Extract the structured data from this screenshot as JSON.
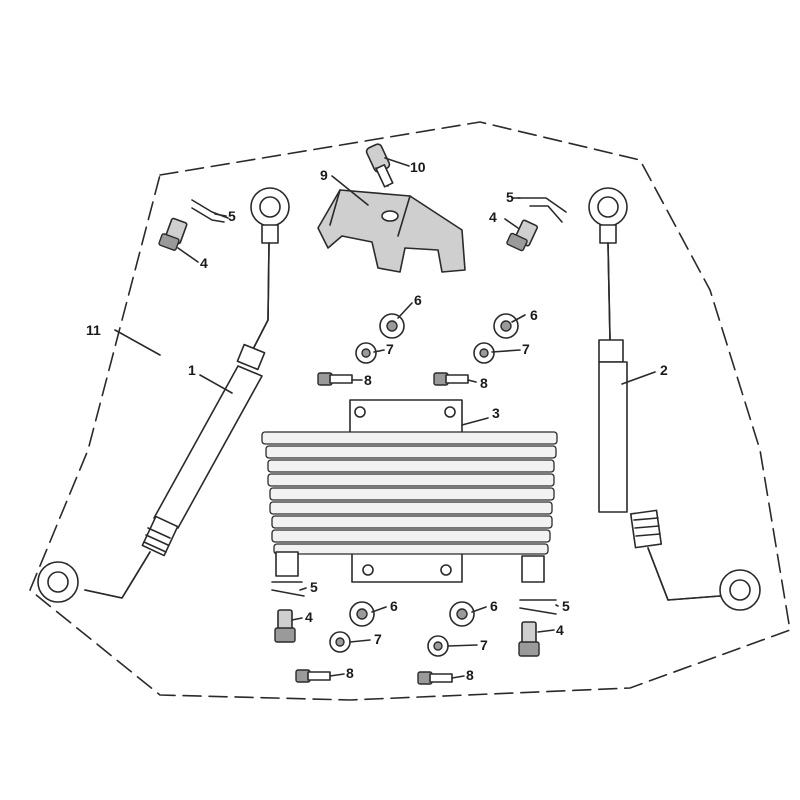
{
  "callouts": {
    "p1": "1",
    "p2": "2",
    "p3": "3",
    "p4": "4",
    "p5": "5",
    "p6": "6",
    "p7": "7",
    "p8": "8",
    "p9": "9",
    "p10": "10",
    "p11": "11"
  }
}
